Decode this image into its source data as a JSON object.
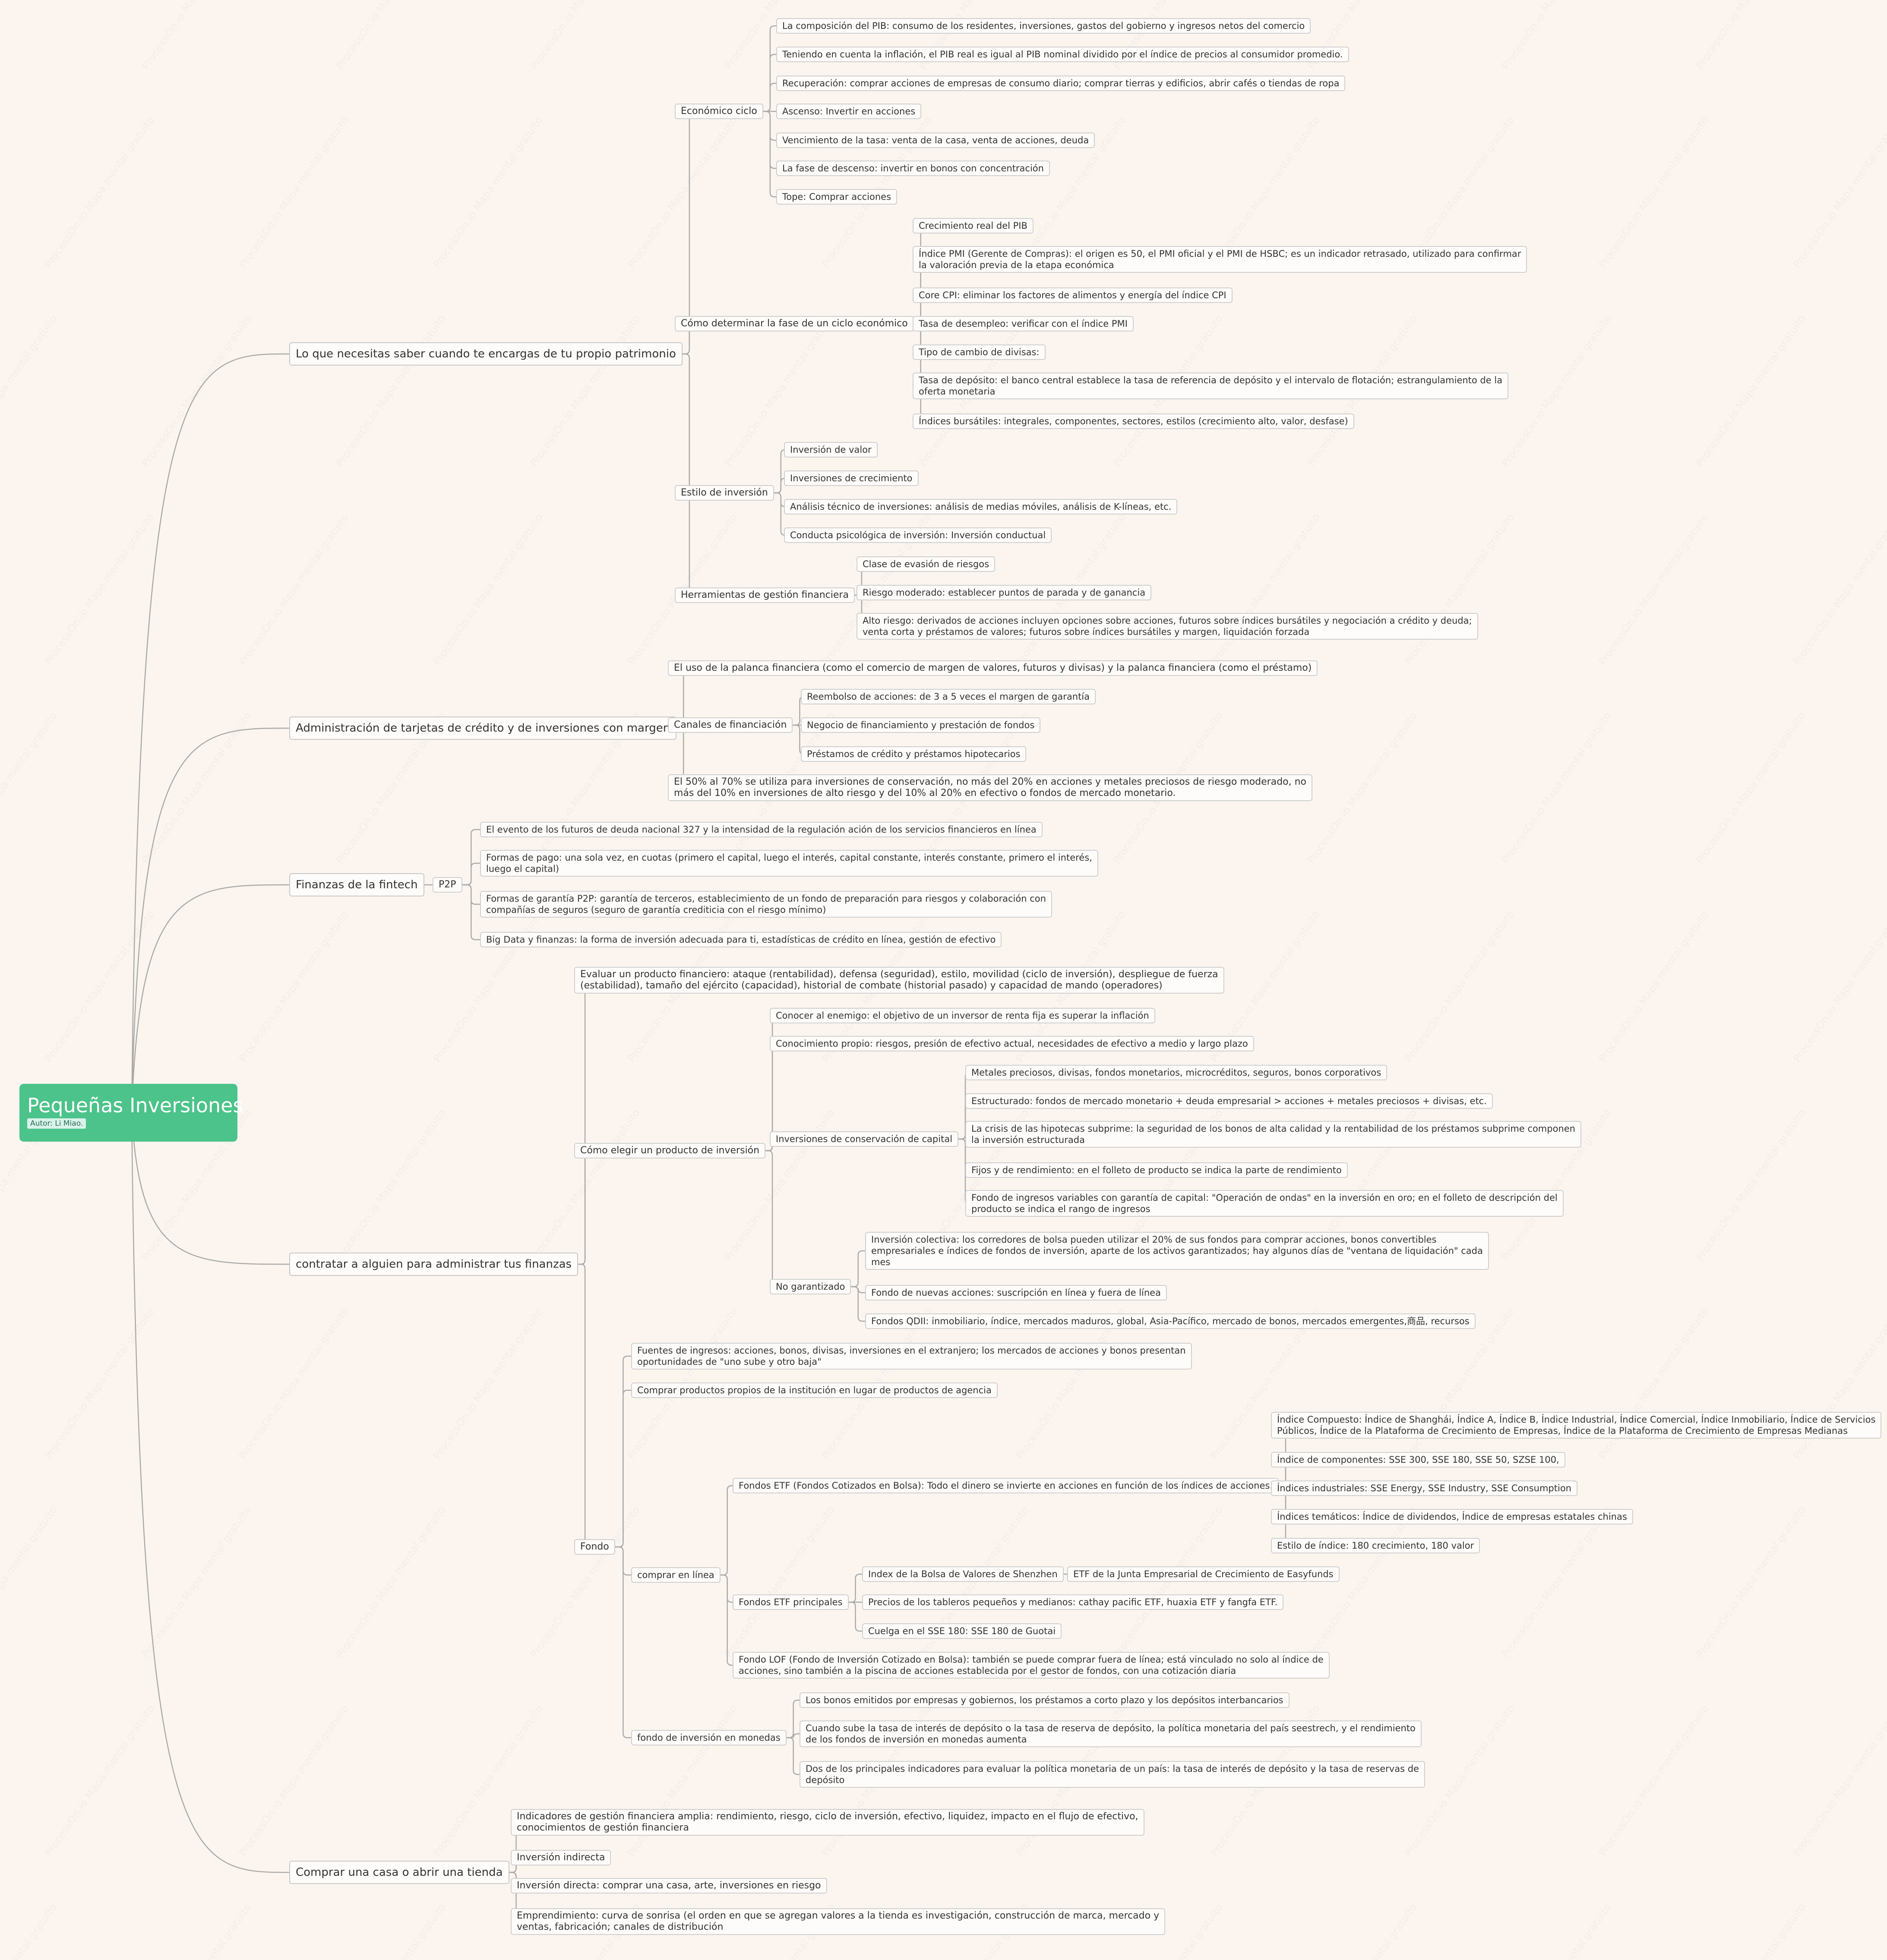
{
  "watermark": "ProcessOn.io Mapa mental gratuito",
  "root": {
    "title": "Pequeñas Inversiones",
    "author": "Autor: Li Miao."
  },
  "nodes": [
    {
      "id": "n1",
      "parent": "root",
      "level": 1,
      "text": "Lo que necesitas saber cuando te encargas de tu propio patrimonio"
    },
    {
      "id": "n1a",
      "parent": "n1",
      "level": 2,
      "text": "Económico ciclo"
    },
    {
      "id": "n1a1",
      "parent": "n1a",
      "level": 3,
      "text": "La composición del PIB: consumo de los residentes, inversiones, gastos del gobierno y ingresos netos del comercio"
    },
    {
      "id": "n1a2",
      "parent": "n1a",
      "level": 3,
      "text": "Teniendo en cuenta la inflación, el PIB real es igual al PIB nominal dividido por el índice de precios al consumidor promedio."
    },
    {
      "id": "n1a3",
      "parent": "n1a",
      "level": 3,
      "text": "Recuperación: comprar acciones de empresas de consumo diario; comprar tierras y edificios, abrir cafés o tiendas de ropa"
    },
    {
      "id": "n1a4",
      "parent": "n1a",
      "level": 3,
      "text": "Ascenso: Invertir en acciones"
    },
    {
      "id": "n1a5",
      "parent": "n1a",
      "level": 3,
      "text": "Vencimiento de la tasa: venta de la casa, venta de acciones, deuda"
    },
    {
      "id": "n1a6",
      "parent": "n1a",
      "level": 3,
      "text": "La fase de descenso: invertir en bonos con concentración"
    },
    {
      "id": "n1a7",
      "parent": "n1a",
      "level": 3,
      "text": "Tope: Comprar acciones"
    },
    {
      "id": "n1b",
      "parent": "n1",
      "level": 2,
      "text": "Cómo determinar la fase de un ciclo económico"
    },
    {
      "id": "n1b1",
      "parent": "n1b",
      "level": 3,
      "text": "Crecimiento real del PIB"
    },
    {
      "id": "n1b2",
      "parent": "n1b",
      "level": 3,
      "text": "Índice PMI (Gerente de Compras): el origen es 50, el PMI oficial y el PMI de HSBC; es un indicador retrasado, utilizado para confirmar\nla valoración previa de la etapa económica"
    },
    {
      "id": "n1b3",
      "parent": "n1b",
      "level": 3,
      "text": "Core CPI: eliminar los factores de alimentos y energía del índice CPI"
    },
    {
      "id": "n1b4",
      "parent": "n1b",
      "level": 3,
      "text": "Tasa de desempleo: verificar con el índice PMI"
    },
    {
      "id": "n1b5",
      "parent": "n1b",
      "level": 3,
      "text": "Tipo de cambio de divisas:"
    },
    {
      "id": "n1b6",
      "parent": "n1b",
      "level": 3,
      "text": "Tasa de depósito: el banco central establece la tasa de referencia de depósito y el intervalo de flotación; estrangulamiento de la\noferta monetaria"
    },
    {
      "id": "n1b7",
      "parent": "n1b",
      "level": 3,
      "text": "Índices bursátiles: integrales, componentes, sectores, estilos (crecimiento alto, valor, desfase)"
    },
    {
      "id": "n1c",
      "parent": "n1",
      "level": 2,
      "text": "Estilo de inversión"
    },
    {
      "id": "n1c1",
      "parent": "n1c",
      "level": 3,
      "text": "Inversión de valor"
    },
    {
      "id": "n1c2",
      "parent": "n1c",
      "level": 3,
      "text": "Inversiones de crecimiento"
    },
    {
      "id": "n1c3",
      "parent": "n1c",
      "level": 3,
      "text": "Análisis técnico de inversiones: análisis de medias móviles, análisis de K-líneas, etc."
    },
    {
      "id": "n1c4",
      "parent": "n1c",
      "level": 3,
      "text": "Conducta psicológica de inversión: Inversión conductual"
    },
    {
      "id": "n1d",
      "parent": "n1",
      "level": 2,
      "text": "Herramientas de gestión financiera"
    },
    {
      "id": "n1d1",
      "parent": "n1d",
      "level": 3,
      "text": "Clase de evasión de riesgos"
    },
    {
      "id": "n1d2",
      "parent": "n1d",
      "level": 3,
      "text": "Riesgo moderado: establecer puntos de parada y de ganancia"
    },
    {
      "id": "n1d3",
      "parent": "n1d",
      "level": 3,
      "text": "Alto riesgo: derivados de acciones incluyen opciones sobre acciones, futuros sobre índices bursátiles y negociación a crédito y deuda;\nventa corta y préstamos de valores; futuros sobre índices bursátiles y margen, liquidación forzada"
    },
    {
      "id": "n2",
      "parent": "root",
      "level": 1,
      "text": "Administración de tarjetas de crédito y de inversiones con margen"
    },
    {
      "id": "n2a",
      "parent": "n2",
      "level": 2,
      "text": "El uso de la palanca financiera (como el comercio de margen de valores, futuros y divisas) y la palanca financiera (como el préstamo)"
    },
    {
      "id": "n2b",
      "parent": "n2",
      "level": 2,
      "text": "Canales de financiación"
    },
    {
      "id": "n2b1",
      "parent": "n2b",
      "level": 3,
      "text": "Reembolso de acciones: de 3 a 5 veces el margen de garantía"
    },
    {
      "id": "n2b2",
      "parent": "n2b",
      "level": 3,
      "text": "Negocio de financiamiento y prestación de fondos"
    },
    {
      "id": "n2b3",
      "parent": "n2b",
      "level": 3,
      "text": "Préstamos de crédito y préstamos hipotecarios"
    },
    {
      "id": "n2c",
      "parent": "n2",
      "level": 2,
      "text": "El 50% al 70% se utiliza para inversiones de conservación, no más del 20% en acciones y metales preciosos de riesgo moderado, no\nmás del 10% en inversiones de alto riesgo y del 10% al 20% en efectivo o fondos de mercado monetario."
    },
    {
      "id": "n3",
      "parent": "root",
      "level": 1,
      "text": "Finanzas de la fintech"
    },
    {
      "id": "n3a",
      "parent": "n3",
      "level": 2,
      "text": "P2P"
    },
    {
      "id": "n3a1",
      "parent": "n3a",
      "level": 3,
      "text": "El evento de los futuros de deuda nacional 327 y la intensidad de la regulación ación de los servicios financieros en línea"
    },
    {
      "id": "n3a2",
      "parent": "n3a",
      "level": 3,
      "text": "Formas de pago: una sola vez, en cuotas (primero el capital, luego el interés, capital constante, interés constante, primero el interés,\nluego el capital)"
    },
    {
      "id": "n3a3",
      "parent": "n3a",
      "level": 3,
      "text": "Formas de garantía P2P: garantía de terceros, establecimiento de un fondo de preparación para riesgos y colaboración con\ncompañías de seguros (seguro de garantía crediticia con el riesgo mínimo)"
    },
    {
      "id": "n3a4",
      "parent": "n3a",
      "level": 3,
      "text": "Big Data y finanzas: la forma de inversión adecuada para ti, estadísticas de crédito en línea, gestión de efectivo"
    },
    {
      "id": "n4",
      "parent": "root",
      "level": 1,
      "text": "contratar a alguien para administrar tus finanzas"
    },
    {
      "id": "n4a",
      "parent": "n4",
      "level": 2,
      "text": "Evaluar un producto financiero: ataque (rentabilidad), defensa (seguridad), estilo, movilidad (ciclo de inversión), despliegue de fuerza\n(estabilidad), tamaño del ejército (capacidad), historial de combate (historial pasado) y capacidad de mando (operadores)"
    },
    {
      "id": "n4b",
      "parent": "n4",
      "level": 2,
      "text": "Cómo elegir un producto de inversión"
    },
    {
      "id": "n4b1",
      "parent": "n4b",
      "level": 3,
      "text": "Conocer al enemigo: el objetivo de un inversor de renta fija es superar la inflación"
    },
    {
      "id": "n4b2",
      "parent": "n4b",
      "level": 3,
      "text": "Conocimiento propio: riesgos, presión de efectivo actual, necesidades de efectivo a medio y largo plazo"
    },
    {
      "id": "n4b3",
      "parent": "n4b",
      "level": 3,
      "text": "Inversiones de conservación de capital"
    },
    {
      "id": "n4b3a",
      "parent": "n4b3",
      "level": 4,
      "text": "Metales preciosos, divisas, fondos monetarios, microcréditos, seguros, bonos corporativos"
    },
    {
      "id": "n4b3b",
      "parent": "n4b3",
      "level": 4,
      "text": "Estructurado: fondos de mercado monetario + deuda empresarial > acciones + metales preciosos + divisas, etc."
    },
    {
      "id": "n4b3c",
      "parent": "n4b3",
      "level": 4,
      "text": "La crisis de las hipotecas subprime: la seguridad de los bonos de alta calidad y la rentabilidad de los préstamos subprime componen\nla inversión estructurada"
    },
    {
      "id": "n4b3d",
      "parent": "n4b3",
      "level": 4,
      "text": "Fijos y de rendimiento: en el folleto de producto se indica la parte de rendimiento"
    },
    {
      "id": "n4b3e",
      "parent": "n4b3",
      "level": 4,
      "text": "Fondo de ingresos variables con garantía de capital: \"Operación de ondas\" en la inversión en oro; en el folleto de descripción del\nproducto se indica el rango de ingresos"
    },
    {
      "id": "n4b4",
      "parent": "n4b",
      "level": 3,
      "text": "No garantizado"
    },
    {
      "id": "n4b4a",
      "parent": "n4b4",
      "level": 4,
      "text": "Inversión colectiva: los corredores de bolsa pueden utilizar el 20% de sus fondos para comprar acciones, bonos convertibles\nempresariales e índices de fondos de inversión, aparte de los activos garantizados; hay algunos días de \"ventana de liquidación\" cada\nmes"
    },
    {
      "id": "n4b4b",
      "parent": "n4b4",
      "level": 4,
      "text": "Fondo de nuevas acciones: suscripción en línea y fuera de línea"
    },
    {
      "id": "n4b4c",
      "parent": "n4b4",
      "level": 4,
      "text": "Fondos QDII: inmobiliario, índice, mercados maduros, global, Asia-Pacífico, mercado de bonos, mercados emergentes,商品, recursos"
    },
    {
      "id": "n4c",
      "parent": "n4",
      "level": 2,
      "text": "Fondo"
    },
    {
      "id": "n4c1",
      "parent": "n4c",
      "level": 3,
      "text": "Fuentes de ingresos: acciones, bonos, divisas, inversiones en el extranjero; los mercados de acciones y bonos presentan\noportunidades de \"uno sube y otro baja\""
    },
    {
      "id": "n4c2",
      "parent": "n4c",
      "level": 3,
      "text": "Comprar productos propios de la institución en lugar de productos de agencia"
    },
    {
      "id": "n4c3",
      "parent": "n4c",
      "level": 3,
      "text": "comprar en línea"
    },
    {
      "id": "n4c3a",
      "parent": "n4c3",
      "level": 4,
      "text": "Fondos ETF (Fondos Cotizados en Bolsa): Todo el dinero se invierte en acciones en función de los índices de acciones."
    },
    {
      "id": "n4c3a1",
      "parent": "n4c3a",
      "level": 5,
      "text": "Índice Compuesto: Índice de Shanghái, Índice A, Índice B, Índice Industrial, Índice Comercial, Índice Inmobiliario, Índice de Servicios\nPúblicos, Índice de la Plataforma de Crecimiento de Empresas, Índice de la Plataforma de Crecimiento de Empresas Medianas"
    },
    {
      "id": "n4c3a2",
      "parent": "n4c3a",
      "level": 5,
      "text": "Índice de componentes: SSE 300, SSE 180, SSE 50, SZSE 100,"
    },
    {
      "id": "n4c3a3",
      "parent": "n4c3a",
      "level": 5,
      "text": "Índices industriales: SSE Energy, SSE Industry, SSE Consumption"
    },
    {
      "id": "n4c3a4",
      "parent": "n4c3a",
      "level": 5,
      "text": "Índices temáticos: Índice de dividendos, Índice de empresas estatales chinas"
    },
    {
      "id": "n4c3a5",
      "parent": "n4c3a",
      "level": 5,
      "text": "Estilo de índice: 180 crecimiento, 180 valor"
    },
    {
      "id": "n4c3b",
      "parent": "n4c3",
      "level": 4,
      "text": "Fondos ETF principales"
    },
    {
      "id": "n4c3b1",
      "parent": "n4c3b",
      "level": 5,
      "text": "Index de la Bolsa de Valores de Shenzhen"
    },
    {
      "id": "n4c3b1a",
      "parent": "n4c3b1",
      "level": 6,
      "text": "ETF de la Junta Empresarial de Crecimiento de Easyfunds"
    },
    {
      "id": "n4c3b2",
      "parent": "n4c3b",
      "level": 5,
      "text": "Precios de los tableros pequeños y medianos: cathay pacific ETF, huaxia ETF y fangfa ETF."
    },
    {
      "id": "n4c3b3",
      "parent": "n4c3b",
      "level": 5,
      "text": "Cuelga en el SSE 180: SSE 180 de Guotai"
    },
    {
      "id": "n4c3c",
      "parent": "n4c3",
      "level": 4,
      "text": "Fondo LOF (Fondo de Inversión Cotizado en Bolsa): también se puede comprar fuera de línea; está vinculado no solo al índice de\nacciones, sino también a la piscina de acciones establecida por el gestor de fondos, con una cotización diaria"
    },
    {
      "id": "n4c4",
      "parent": "n4c",
      "level": 3,
      "text": "fondo de inversión en monedas"
    },
    {
      "id": "n4c4a",
      "parent": "n4c4",
      "level": 4,
      "text": "Los bonos emitidos por empresas y gobiernos, los préstamos a corto plazo y los depósitos interbancarios"
    },
    {
      "id": "n4c4b",
      "parent": "n4c4",
      "level": 4,
      "text": "Cuando sube la tasa de interés de depósito o la tasa de reserva de depósito, la política monetaria del país seestrech, y el rendimiento\nde los fondos de inversión en monedas aumenta"
    },
    {
      "id": "n4c4c",
      "parent": "n4c4",
      "level": 4,
      "text": "Dos de los principales indicadores para evaluar la política monetaria de un país: la tasa de interés de depósito y la tasa de reservas de\ndepósito"
    },
    {
      "id": "n5",
      "parent": "root",
      "level": 1,
      "text": "Comprar una casa o abrir una tienda"
    },
    {
      "id": "n5a",
      "parent": "n5",
      "level": 2,
      "text": "Indicadores de gestión financiera amplia: rendimiento, riesgo, ciclo de inversión, efectivo, liquidez, impacto en el flujo de efectivo,\nconocimientos de gestión financiera"
    },
    {
      "id": "n5b",
      "parent": "n5",
      "level": 2,
      "text": "Inversión indirecta"
    },
    {
      "id": "n5c",
      "parent": "n5",
      "level": 2,
      "text": "Inversión directa: comprar una casa, arte, inversiones en riesgo"
    },
    {
      "id": "n5d",
      "parent": "n5",
      "level": 2,
      "text": "Emprendimiento: curva de sonrisa (el orden en que se agregan valores a la tienda es investigación, construcción de marca, mercado y\nventas, fabricación; canales de distribución"
    }
  ]
}
